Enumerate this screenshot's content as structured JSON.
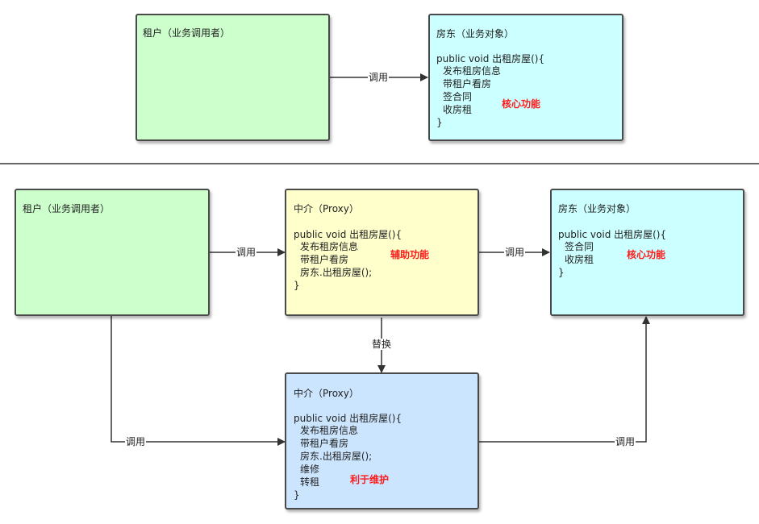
{
  "top": {
    "tenant": {
      "title": "租户（业务调用者）"
    },
    "landlord": {
      "title": "房东（业务对象）",
      "code": [
        "public void 出租房屋(){",
        "发布租房信息",
        "带租户看房",
        "签合同",
        "收房租",
        "}"
      ],
      "core_note": "核心功能"
    },
    "arrow_label": "调用"
  },
  "bottom": {
    "tenant": {
      "title": "租户（业务调用者）"
    },
    "proxy": {
      "title": "中介（Proxy）",
      "code": [
        "public void 出租房屋(){",
        "发布租房信息",
        "带租户看房",
        "房东.出租房屋();",
        "}"
      ],
      "aux_note": "辅助功能"
    },
    "landlord": {
      "title": "房东（业务对象）",
      "code": [
        "public void 出租房屋(){",
        "签合同",
        "收房租",
        "}"
      ],
      "core_note": "核心功能"
    },
    "proxy2": {
      "title": "中介（Proxy）",
      "code": [
        "public void 出租房屋(){",
        "发布租房信息",
        "带租户看房",
        "房东.出租房屋();",
        "维修",
        "转租",
        "}"
      ],
      "maint_note": "利于维护"
    },
    "labels": {
      "tenant_to_proxy": "调用",
      "proxy_to_landlord": "调用",
      "replace": "替换",
      "tenant_to_proxy2": "调用",
      "proxy2_to_landlord": "调用"
    }
  },
  "colors": {
    "green": "#ccffcc",
    "cyan": "#ccffff",
    "yellow": "#ffffcc",
    "blue": "#cce5ff",
    "highlight": "#ff1a1a"
  }
}
